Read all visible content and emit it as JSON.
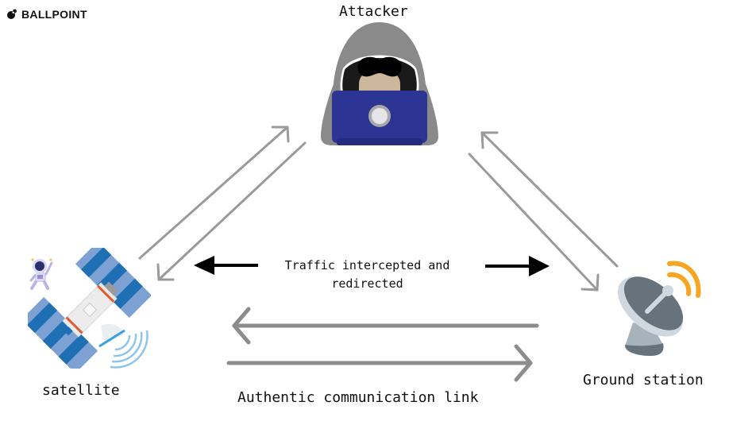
{
  "brand": {
    "name": "BALLPOINT",
    "icon": "ballpoint-logo-icon"
  },
  "nodes": {
    "attacker": {
      "label": "Attacker",
      "icon": "hooded-hacker-laptop-icon"
    },
    "satellite": {
      "label": "satellite",
      "icon": "satellite-icon",
      "decoration": "astronaut-icon"
    },
    "ground_station": {
      "label": "Ground station",
      "icon": "satellite-dish-icon"
    }
  },
  "links": {
    "intercept": {
      "line1": "Traffic intercepted and",
      "line2": "redirected",
      "icons": [
        "arrow-left-icon",
        "arrow-right-icon"
      ]
    },
    "authentic": {
      "label": "Authentic communication link",
      "icons": [
        "arrow-left-icon",
        "arrow-right-icon"
      ]
    }
  },
  "colors": {
    "link_gray": "#9a9a9a",
    "authentic_gray": "#8c8c8c",
    "laptop_blue": "#2d3594",
    "hood_gray": "#8a8a8a",
    "panel_blue": "#1f6fb5",
    "panel_light": "#7ea1d4",
    "dish_dark": "#66737d",
    "dish_light": "#cfd8df",
    "signal_orange": "#f6a623",
    "intercept_black": "#000000"
  }
}
